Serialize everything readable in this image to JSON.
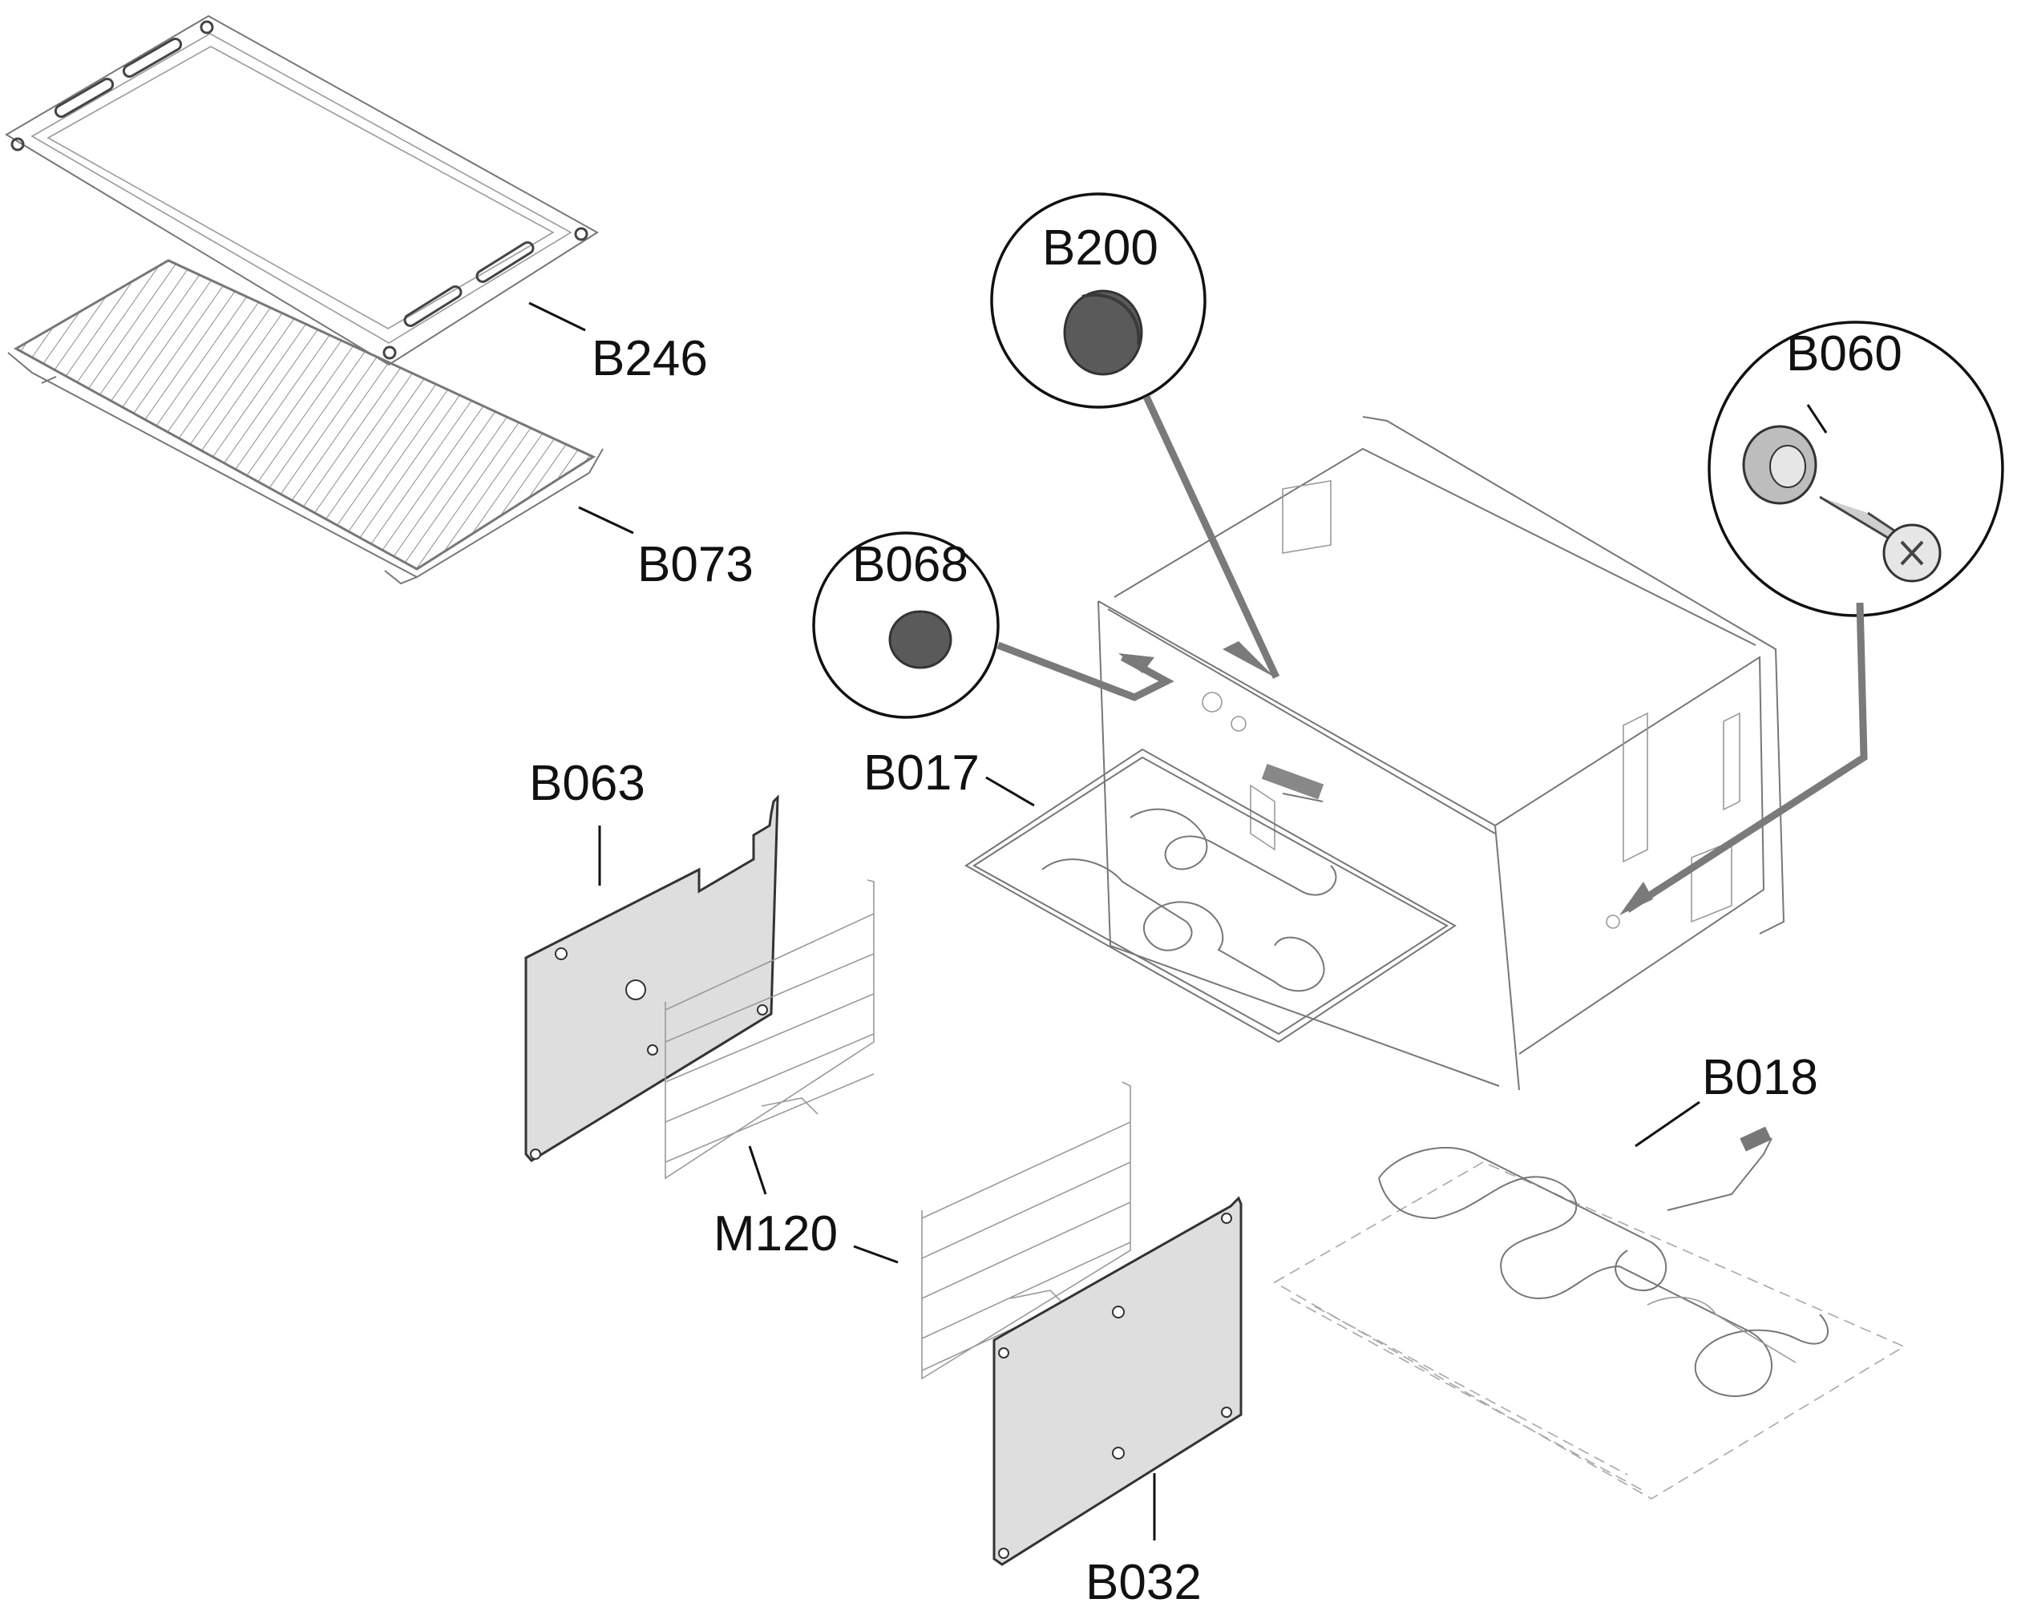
{
  "labels": {
    "b246": "B246",
    "b073": "B073",
    "b200": "B200",
    "b060": "B060",
    "b068": "B068",
    "b017": "B017",
    "b063": "B063",
    "b018": "B018",
    "m120": "M120",
    "b032": "B032"
  },
  "colors": {
    "panel_fill": "#dedede",
    "plug_fill": "#5a5a5a",
    "arrow": "#7a7a7a",
    "line_art": "#777777"
  }
}
